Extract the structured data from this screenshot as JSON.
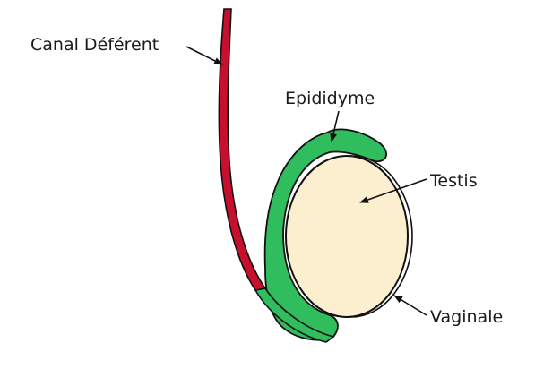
{
  "labels": {
    "canal": "Canal Déférent",
    "epididyme": "Epididyme",
    "testis": "Testis",
    "vaginale": "Vaginale"
  },
  "colors": {
    "background": "#ffffff",
    "canal_fill": "#c8102e",
    "epididyme_fill": "#2fbd5e",
    "testis_fill": "#fcefcf",
    "outline": "#111111",
    "text": "#1a1a1a"
  }
}
